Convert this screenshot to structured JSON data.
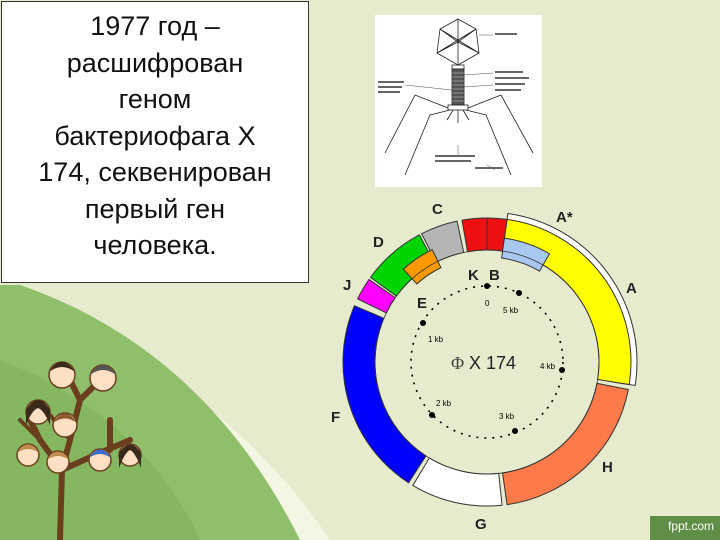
{
  "slide": {
    "text_lines": [
      "1977 год –",
      "расшифрован",
      "геном",
      "бактериофага Х",
      "174, секвенирован",
      "первый ген",
      "человека."
    ],
    "footer_brand": "fppt.com"
  },
  "genome_map": {
    "title_symbol": "Φ",
    "title_text": "X 174",
    "genes": [
      {
        "label": "A",
        "color": "#ffff00"
      },
      {
        "label": "A*",
        "color": "#ffffff"
      },
      {
        "label": "B",
        "color": "#a8c8f0"
      },
      {
        "label": "K",
        "color": "#ee1111"
      },
      {
        "label": "C",
        "color": "#b4b4b4"
      },
      {
        "label": "D",
        "color": "#00d400"
      },
      {
        "label": "E",
        "color": "#ff9900"
      },
      {
        "label": "J",
        "color": "#ff00ff"
      },
      {
        "label": "F",
        "color": "#0000ff"
      },
      {
        "label": "G",
        "color": "#ffffff"
      },
      {
        "label": "H",
        "color": "#ff7a4a"
      }
    ],
    "scale_labels": [
      "0",
      "5 kb",
      "1 kb",
      "4 kb",
      "2 kb",
      "3 kb"
    ]
  }
}
